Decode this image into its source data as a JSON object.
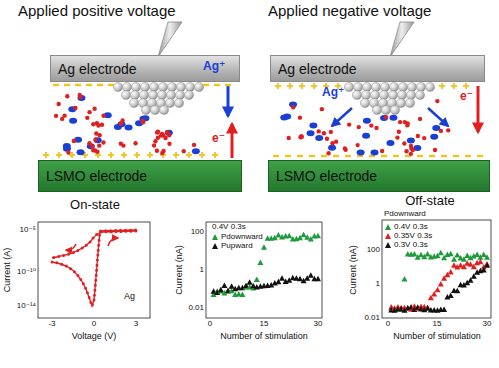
{
  "diagram": {
    "nodes": [
      {
        "text": [
          "Ag electrode"
        ]
      },
      {
        "text": [
          "LSMO electrode"
        ]
      },
      {
        "text": [
          "Ag electrode"
        ]
      },
      {
        "text": [
          "LSMO electrode"
        ]
      }
    ],
    "labels": [
      "Applied positive voltage",
      "Applied negative voltage",
      "Ag⁺",
      "e⁻",
      "Ag⁺",
      "e⁻",
      "On-state",
      "Off-state",
      "10⁻⁵",
      "10⁻¹⁰",
      "10⁻¹⁴",
      "-3",
      "0",
      "3",
      "Current (A)",
      "Voltage (V)",
      "Ag",
      "0.4V 0.3s",
      "100",
      "1",
      "0.01",
      "0",
      "15",
      "30",
      "Current (nA)",
      "Number of stimulation",
      "Pdownward",
      "100",
      "1",
      "0.01",
      "0",
      "15",
      "30",
      "Current (nA)",
      "Number of stimulation"
    ],
    "legend": [
      {
        "text": "Pdownward"
      },
      {
        "text": "Pupward"
      },
      {
        "text": "0.4V 0.3s"
      },
      {
        "text": "0.35V 0.3s"
      },
      {
        "text": "0.3V 0.3s"
      }
    ]
  }
}
